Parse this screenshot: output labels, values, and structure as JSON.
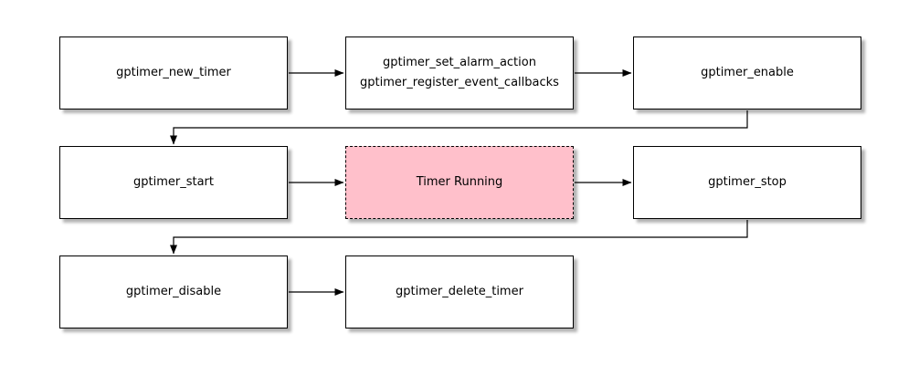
{
  "diagram": {
    "type": "flowchart",
    "background": "#ffffff",
    "colors": {
      "node_fill": "#ffffff",
      "node_border": "#000000",
      "highlight_fill": "#ffc0cb",
      "arrow": "#000000",
      "text": "#000000"
    },
    "nodes": [
      {
        "id": "new_timer",
        "label": "gptimer_new_timer",
        "type": "process"
      },
      {
        "id": "config_callbacks",
        "lines": [
          "gptimer_set_alarm_action",
          "gptimer_register_event_callbacks"
        ],
        "type": "process"
      },
      {
        "id": "enable",
        "label": "gptimer_enable",
        "type": "process"
      },
      {
        "id": "start",
        "label": "gptimer_start",
        "type": "process"
      },
      {
        "id": "timer_running",
        "label": "Timer Running",
        "type": "state",
        "fill": "#ffc0cb",
        "border_style": "dashed"
      },
      {
        "id": "stop",
        "label": "gptimer_stop",
        "type": "process"
      },
      {
        "id": "disable",
        "label": "gptimer_disable",
        "type": "process"
      },
      {
        "id": "delete_timer",
        "label": "gptimer_delete_timer",
        "type": "process"
      }
    ],
    "edges": [
      {
        "from": "new_timer",
        "to": "config_callbacks"
      },
      {
        "from": "config_callbacks",
        "to": "enable"
      },
      {
        "from": "enable",
        "to": "start"
      },
      {
        "from": "start",
        "to": "timer_running"
      },
      {
        "from": "timer_running",
        "to": "stop"
      },
      {
        "from": "stop",
        "to": "disable"
      },
      {
        "from": "disable",
        "to": "delete_timer"
      }
    ]
  }
}
